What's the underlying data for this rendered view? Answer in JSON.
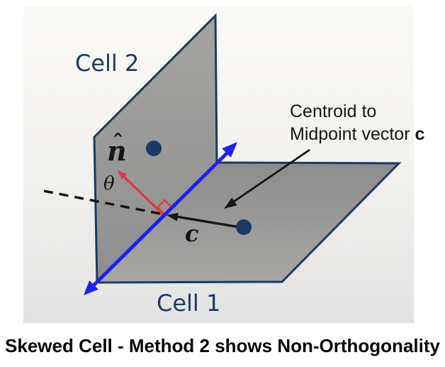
{
  "figure": {
    "cell2_label": "Cell 2",
    "cell1_label": "Cell 1",
    "normal_letter": "n",
    "normal_hat": "ˆ",
    "theta_label": "θ",
    "c_label": "c",
    "annotation_line1": "Centroid to",
    "annotation_line2": "Midpoint vector",
    "annotation_vector_symbol": "c"
  },
  "caption": "Skewed Cell - Method 2 shows Non-Orthogonality",
  "colors": {
    "navy": "#1c3a63",
    "blue": "#2121ec",
    "red": "#dd3a45",
    "ink": "#161616",
    "caption-ink": "#060606",
    "slide-top": "#fbfaf7",
    "slide-bottom": "#e2e2e2",
    "cell2-top": "#a4a3a1",
    "cell2-bottom": "#8f8f8f",
    "cell1-top": "#8c8c8c",
    "cell1-bottom": "#a8a7a5"
  }
}
